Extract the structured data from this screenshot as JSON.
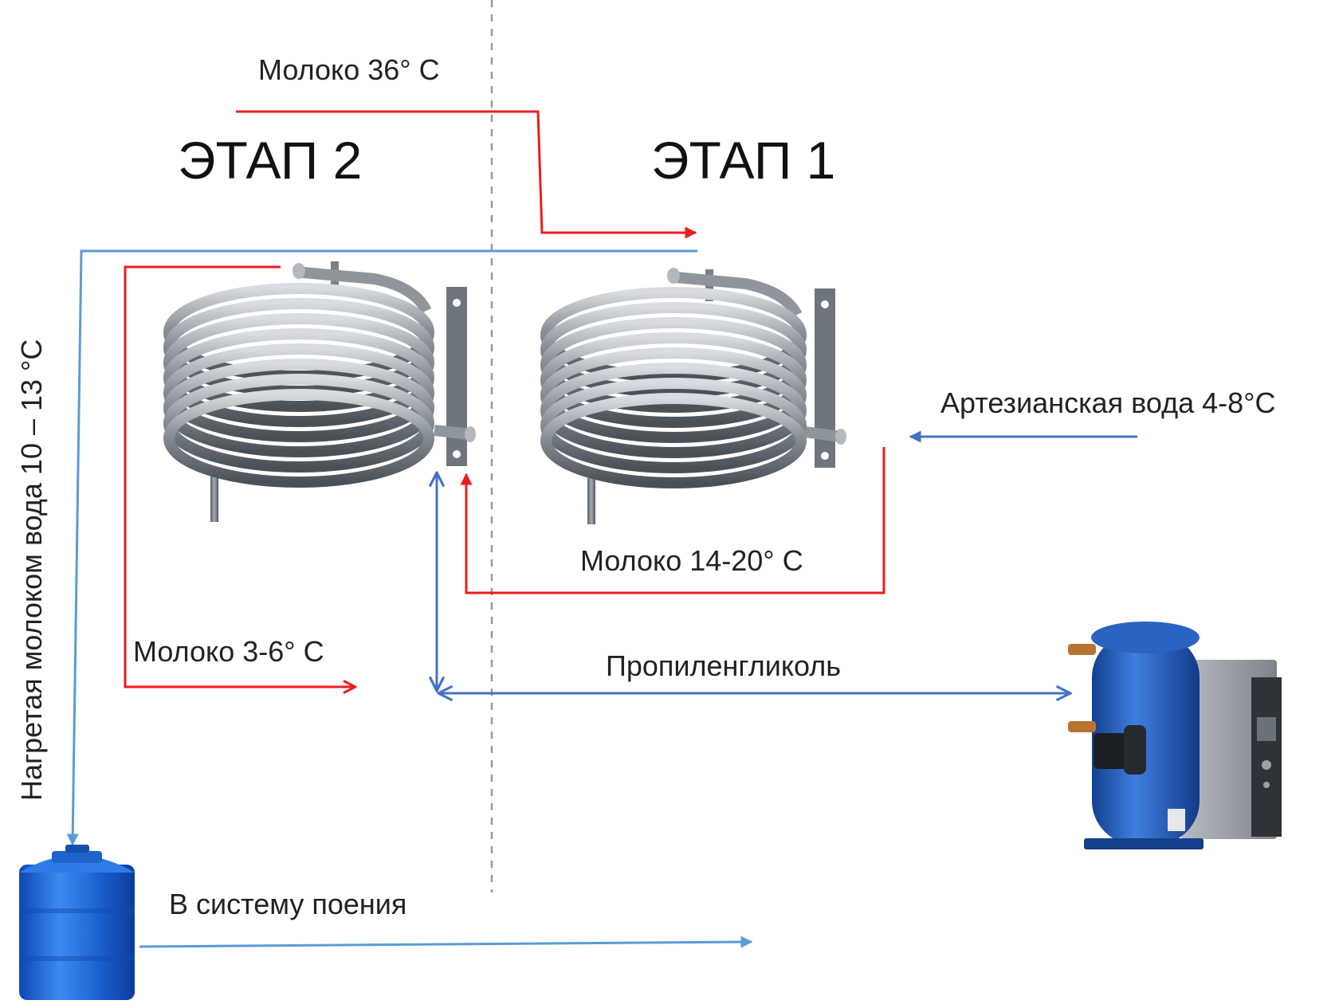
{
  "stages": {
    "stage2": "ЭТАП 2",
    "stage1": "ЭТАП 1"
  },
  "labels": {
    "milk_in": "Молоко 36° С",
    "artesian_water": "Артезианская вода 4-8°С",
    "milk_mid": "Молоко 14-20° С",
    "milk_out": "Молоко 3-6° С",
    "propylene_glycol": "Пропиленгликоль",
    "heated_water": "Нагретая молоком вода 10 – 13 °С",
    "to_drinking_system": "В систему поения"
  },
  "icons": [
    "coil-heat-exchanger-icon",
    "water-tank-icon",
    "compressor-unit-icon"
  ],
  "colors": {
    "milk_line": "#ee1c1c",
    "glycol_line": "#4472c4",
    "water_line": "#5b9bd5",
    "divider": "#999999",
    "tank": "#1565d8",
    "compressor": "#1f5fbf"
  }
}
